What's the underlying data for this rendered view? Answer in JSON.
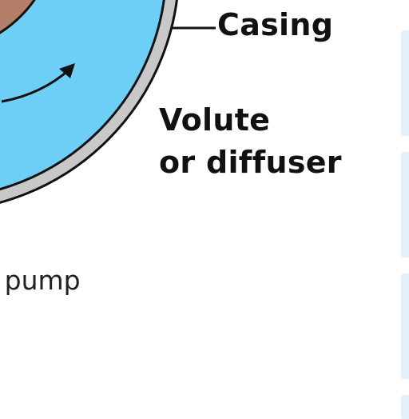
{
  "labels": {
    "casing": "Casing",
    "volute_line1": "Volute",
    "volute_line2": "or diffuser"
  },
  "caption": "l pump",
  "colors": {
    "casing": "#c8c8c8",
    "volute": "#6ecff6",
    "impeller": "#b37f68",
    "outline": "#111111",
    "side_panel": "#e3f1fb"
  }
}
